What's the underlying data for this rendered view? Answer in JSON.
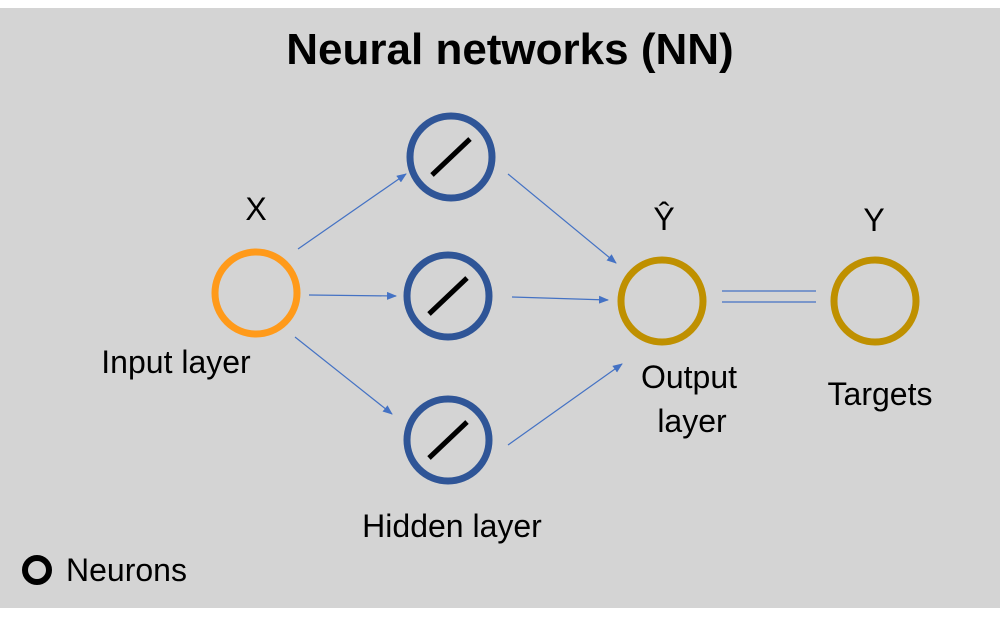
{
  "diagram": {
    "title": "Neural networks (NN)",
    "labels": {
      "x_symbol": "X",
      "input_layer": "Input layer",
      "hidden_layer": "Hidden layer",
      "yhat_symbol": "Ŷ",
      "output_layer_line1": "Output",
      "output_layer_line2": "layer",
      "y_symbol": "Y",
      "targets": "Targets"
    },
    "legend": {
      "label": "Neurons"
    },
    "colors": {
      "background": "#d4d4d4",
      "input_neuron": "#ff9a1a",
      "hidden_neuron": "#2f5597",
      "output_neuron": "#bf9000",
      "arrow": "#4472c4",
      "text": "#000000"
    },
    "icons": {
      "hidden_activation": "linear-activation-icon",
      "legend": "neuron-ring-icon"
    }
  }
}
